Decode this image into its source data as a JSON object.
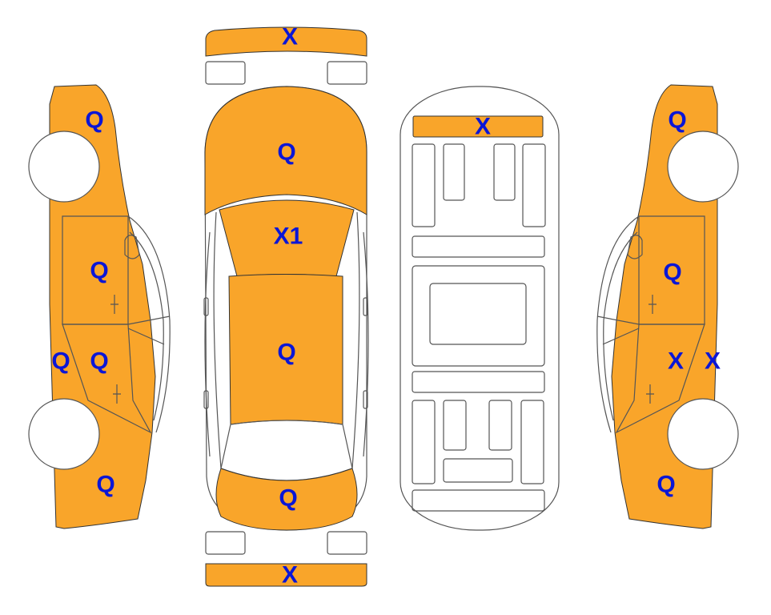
{
  "colors": {
    "damage_fill": "#F9A52A",
    "label": "#0B16D6",
    "outline": "#555555",
    "background": "#FFFFFF"
  },
  "labels": {
    "front_bumper": "X",
    "hood": "Q",
    "windshield": "X1",
    "roof": "Q",
    "trunk": "Q",
    "rear_bumper": "X",
    "underbody_front": "X",
    "left_front_fender": "Q",
    "left_front_door": "Q",
    "left_rear_door": "Q",
    "left_rocker": "Q",
    "left_rear_quarter": "Q",
    "right_front_fender": "Q",
    "right_front_door": "Q",
    "right_rear_door": "X",
    "right_rocker": "X",
    "right_rear_quarter": "Q"
  }
}
